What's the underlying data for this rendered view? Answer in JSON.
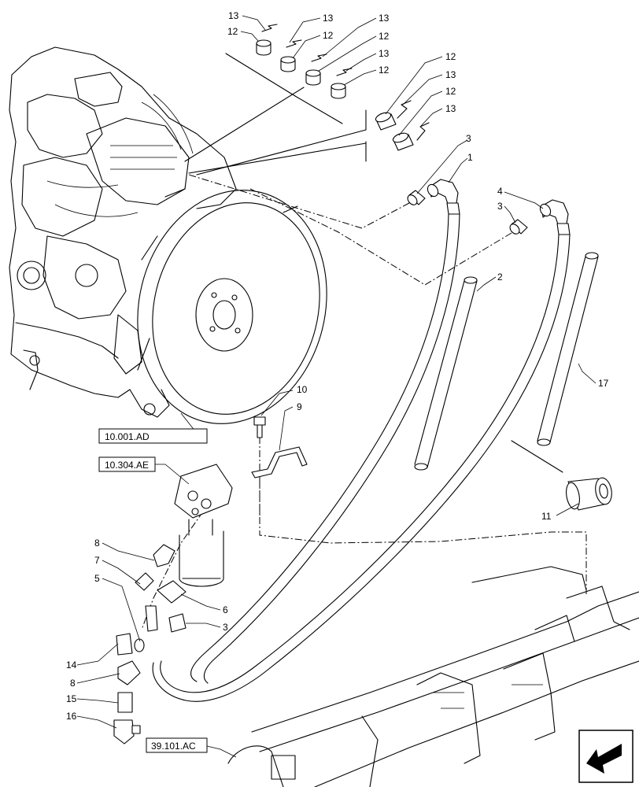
{
  "callouts": [
    {
      "id": "c13a",
      "text": "13"
    },
    {
      "id": "c12a",
      "text": "12"
    },
    {
      "id": "c13b",
      "text": "13"
    },
    {
      "id": "c12b",
      "text": "12"
    },
    {
      "id": "c13c",
      "text": "13"
    },
    {
      "id": "c12c",
      "text": "12"
    },
    {
      "id": "c13d",
      "text": "13"
    },
    {
      "id": "c12d",
      "text": "12"
    },
    {
      "id": "c12e",
      "text": "12"
    },
    {
      "id": "c13e",
      "text": "13"
    },
    {
      "id": "c12f",
      "text": "12"
    },
    {
      "id": "c13f",
      "text": "13"
    },
    {
      "id": "c3a",
      "text": "3"
    },
    {
      "id": "c1",
      "text": "1"
    },
    {
      "id": "c4",
      "text": "4"
    },
    {
      "id": "c3b",
      "text": "3"
    },
    {
      "id": "c2",
      "text": "2"
    },
    {
      "id": "c17",
      "text": "17"
    },
    {
      "id": "c10",
      "text": "10"
    },
    {
      "id": "c9",
      "text": "9"
    },
    {
      "id": "c11",
      "text": "11"
    },
    {
      "id": "c8a",
      "text": "8"
    },
    {
      "id": "c7",
      "text": "7"
    },
    {
      "id": "c5",
      "text": "5"
    },
    {
      "id": "c6",
      "text": "6"
    },
    {
      "id": "c3c",
      "text": "3"
    },
    {
      "id": "c14",
      "text": "14"
    },
    {
      "id": "c8b",
      "text": "8"
    },
    {
      "id": "c15",
      "text": "15"
    },
    {
      "id": "c16",
      "text": "16"
    }
  ],
  "references": [
    {
      "id": "ref-engine",
      "text": "10.001.AD"
    },
    {
      "id": "ref-filter",
      "text": "10.304.AE"
    },
    {
      "id": "ref-frame",
      "text": "39.101.AC"
    }
  ],
  "icons": {
    "navigation": "arrow-down-left-icon"
  }
}
